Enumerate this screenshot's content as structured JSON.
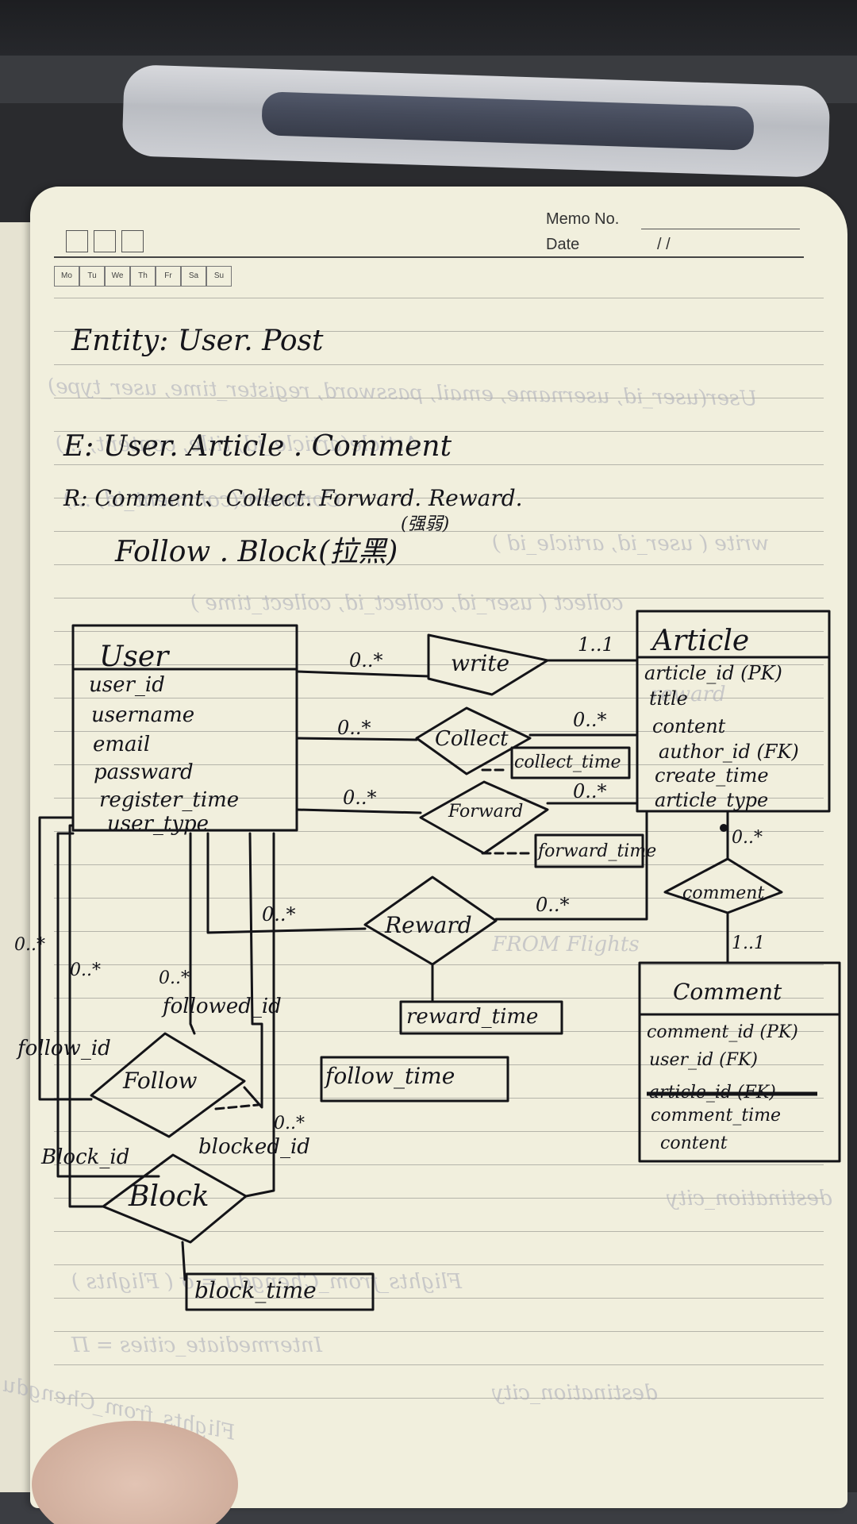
{
  "header": {
    "memo_label": "Memo No.",
    "date_label": "Date",
    "date_separators": "/          /",
    "weekdays": [
      "Mo",
      "Tu",
      "We",
      "Th",
      "Fr",
      "Sa",
      "Su"
    ]
  },
  "notes": {
    "line1": "Entity: User. Post",
    "line2": "E: User. Article . Comment",
    "line3": "R: Comment、Collect. Forward. Reward.",
    "line4": "Follow . Block(拉黑)",
    "line4_annotation": "(强弱)"
  },
  "entities": {
    "user": {
      "title": "User",
      "attributes": [
        "user_id",
        "username",
        "email",
        "passward",
        "register_time",
        "user_type"
      ]
    },
    "article": {
      "title": "Article",
      "attributes": [
        "article_id (PK)",
        "title",
        "content",
        "author_id (FK)",
        "create_time",
        "article_type"
      ]
    },
    "comment": {
      "title": "Comment",
      "attributes": [
        "comment_id (PK)",
        "user_id (FK)",
        "article_id (FK)",
        "comment_time",
        "content"
      ],
      "struck_attribute_index": 2
    }
  },
  "relationships": {
    "write": {
      "label": "write",
      "left": "0..*",
      "right": "1..1"
    },
    "collect": {
      "label": "Collect",
      "left": "0..*",
      "right": "0..*",
      "attribute": "collect_time"
    },
    "forward": {
      "label": "Forward",
      "left": "0..*",
      "right": "0..*",
      "attribute": "forward_time"
    },
    "reward": {
      "label": "Reward",
      "left": "0..*",
      "right": "0..*",
      "attribute": "reward_time"
    },
    "comment": {
      "label": "comment",
      "top": "0..*",
      "bottom": "1..1"
    },
    "follow": {
      "label": "Follow",
      "attribute": "follow_time",
      "left_role": "follow_id",
      "right_role": "followed_id",
      "mult_outer": "0..*",
      "mult_left": "0..*",
      "mult_right": "0..*"
    },
    "block": {
      "label": "Block",
      "attribute": "block_time",
      "left_role": "Block_id",
      "right_role": "blocked_id",
      "mult_right": "0..*"
    }
  },
  "background_text": [
    "User(user_id, username, email, password, register_time, user_type)",
    "Article(article_id, title, content, ...)",
    "Comment(comment_id, ...)",
    "write ( user_id, article_id )",
    "collect ( user_id, collect_id, collect_time )",
    "reward",
    "FROM Flights",
    "destination_city",
    "Flights_from_Chengdu = σ ( Flights )",
    "Intermediate_cities = Π",
    "destination_city",
    "Flights_from_Chengdu"
  ]
}
